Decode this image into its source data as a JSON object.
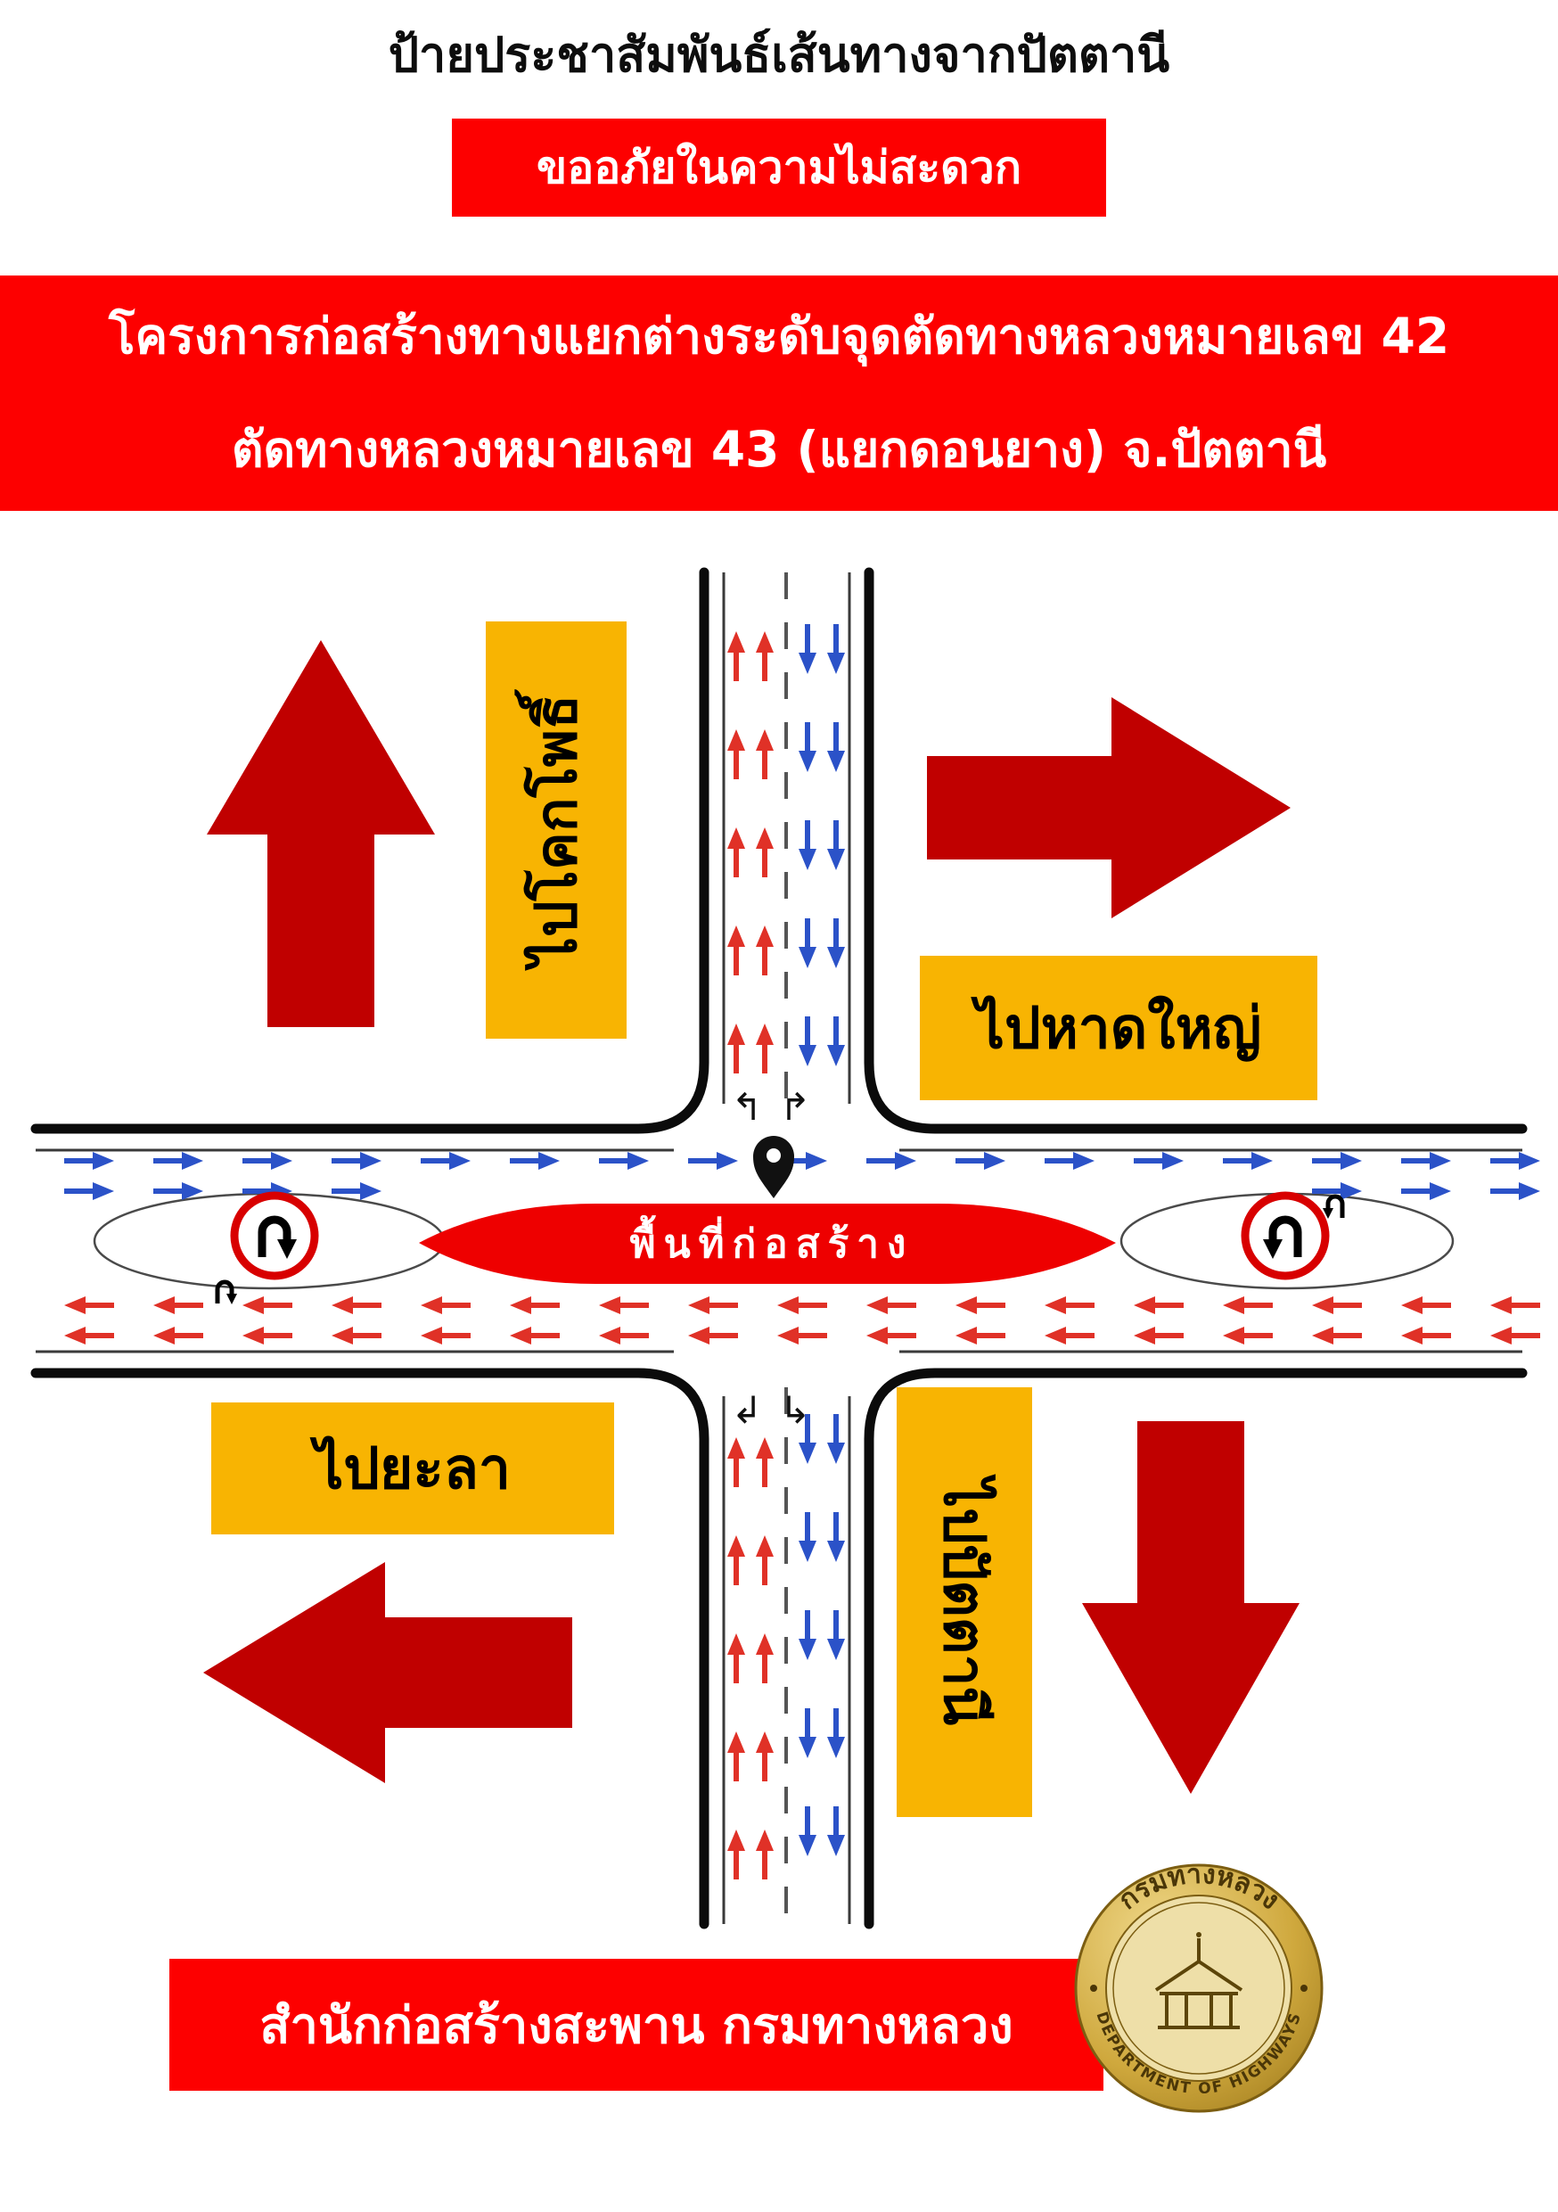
{
  "header": {
    "title": "ป้ายประชาสัมพันธ์เส้นทางจากปัตตานี",
    "apology_banner": "ขออภัยในความไม่สะดวก",
    "project_banner": {
      "line1": "โครงการก่อสร้างทางแยกต่างระดับจุดตัดทางหลวงหมายเลข 42",
      "line2": "ตัดทางหลวงหมายเลข 43 (แยกดอนยาง) จ.ปัตตานี"
    }
  },
  "diagram": {
    "construction_zone_label": "พื้นที่ก่อสร้าง",
    "direction_labels": {
      "north": "ไปโคกโพธิ์",
      "east": "ไปหาดใหญ่",
      "west": "ไปยะลา",
      "south": "ไปปัตตานี"
    },
    "turn_arrow_icons": {
      "top_left": "↰",
      "top_right": "↱",
      "bottom_left": "↲",
      "bottom_right": "↳"
    }
  },
  "footer": {
    "agency_banner": "สำนักก่อสร้างสะพาน กรมทางหลวง"
  },
  "seal": {
    "thai_name": "กรมทางหลวง",
    "english_name": "DEPARTMENT OF HIGHWAYS"
  },
  "colors": {
    "banner_red": "#fd0000",
    "big_arrow_red": "#c00000",
    "label_yellow": "#f8b402",
    "flow_arrow_blue": "#2b52c8",
    "flow_arrow_red": "#e03127",
    "construction_zone_red": "#ee0000",
    "uturn_sign_red": "#d80000",
    "seal_gold": "#c9a136"
  }
}
